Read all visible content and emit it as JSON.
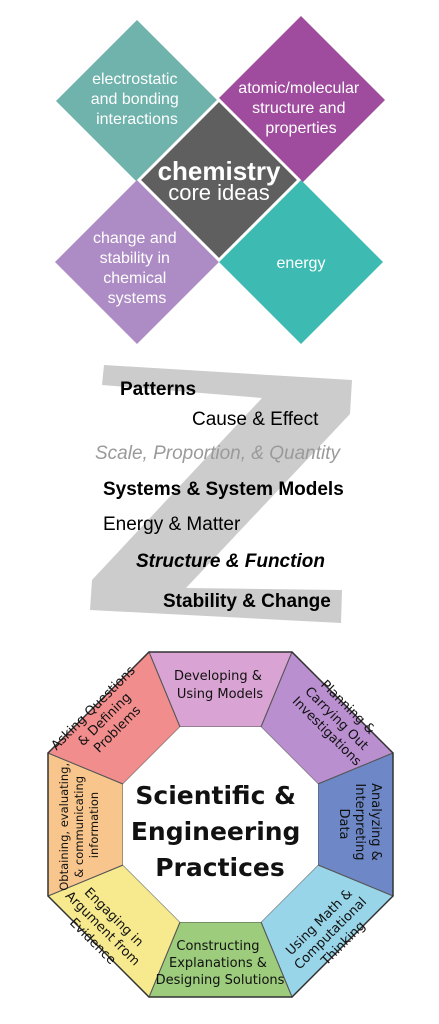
{
  "core_ideas": {
    "center_title": "chemistry",
    "center_subtitle": "core ideas",
    "top_left": [
      "electrostatic",
      "and bonding",
      "interactions"
    ],
    "top_right": [
      "atomic/molecular",
      "structure and",
      "properties"
    ],
    "bottom_left": [
      "change and",
      "stability in",
      "chemical",
      "systems"
    ],
    "bottom_right": [
      "energy"
    ],
    "colors": {
      "top_left": "#6fb3ac",
      "top_right": "#a04c9e",
      "bottom_left": "#ad8bc4",
      "bottom_right": "#3dbab1",
      "center": "#5f5f5f"
    }
  },
  "crosscutting": {
    "items": [
      "Patterns",
      "Cause & Effect",
      "Scale, Proportion, & Quantity",
      "Systems & System Models",
      "Energy & Matter",
      "Structure & Function",
      "Stability & Change"
    ],
    "z_color": "#cccccc"
  },
  "practices": {
    "center": [
      "Scientific &",
      "Engineering",
      "Practices"
    ],
    "segments": {
      "top": [
        "Developing &",
        "Using Models"
      ],
      "top_right": [
        "Planning &",
        "Carrying Out",
        "Investigations"
      ],
      "right": [
        "Analyzing &",
        "Interpreting",
        "Data"
      ],
      "bottom_right": [
        "Using Math &",
        "Computational",
        "Thinking"
      ],
      "bottom": [
        "Constructing",
        "Explanations &",
        "Designing Solutions"
      ],
      "bottom_left": [
        "Engaging in",
        "Argument from",
        "Evidence"
      ],
      "left": [
        "Obtaining, evaluating,",
        "& communicating",
        "information"
      ],
      "top_left": [
        "Asking Questions",
        "& Defining",
        "Problems"
      ]
    },
    "colors": {
      "top": "#d9a3d3",
      "top_right": "#b98fd0",
      "right": "#6d87c7",
      "bottom_right": "#99d5e9",
      "bottom": "#9ccc7c",
      "bottom_left": "#f7ea8e",
      "left": "#f8c68d",
      "top_left": "#f18d8d"
    }
  }
}
